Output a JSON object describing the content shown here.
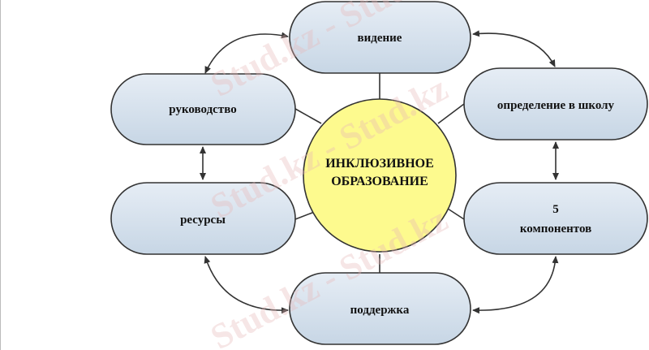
{
  "center": {
    "line1": "ИНКЛЮЗИВНОЕ",
    "line2": "ОБРАЗОВАНИЕ"
  },
  "nodes": {
    "top": "видение",
    "top_left": "руководство",
    "top_right": "определение в школу",
    "bottom_left": "ресурсы",
    "bottom_right_line1": "5",
    "bottom_right_line2": "компонентов",
    "bottom": "поддержка"
  },
  "watermark": "Stud.kz - Stud.kz",
  "colors": {
    "node_fill_top": "#e4ebf3",
    "node_fill_bottom": "#c9d8e6",
    "center_fill": "#fdfa8e",
    "stroke": "#333333"
  }
}
